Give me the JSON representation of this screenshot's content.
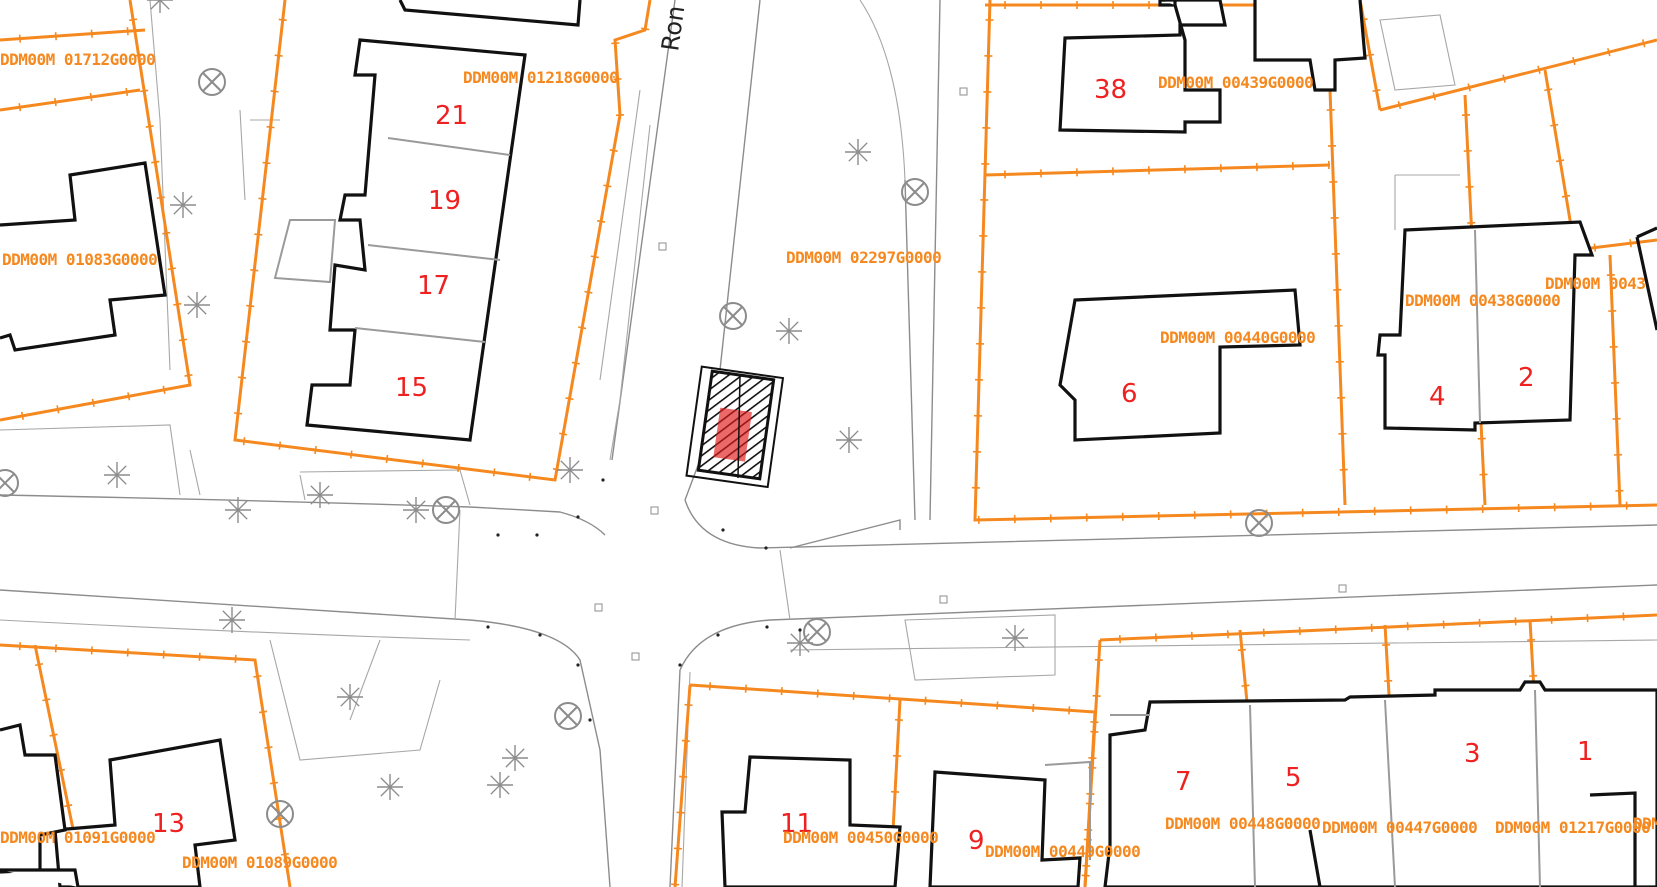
{
  "map": {
    "street_fragment": "Ron",
    "colors": {
      "parcel": "#f5891f",
      "building": "#111111",
      "house_number": "#ef2020",
      "road": "#8c8c8c"
    },
    "parcel_labels": [
      "DDM00M 01712G0000",
      "DDM00M 01218G0000",
      "DDM00M 01083G0000",
      "DDM00M 02297G0000",
      "DDM00M 00439G0000",
      "DDM00M 00440G0000",
      "DDM00M 00438G0000",
      "DDM00M 0043",
      "DDM00M 01091G0000",
      "DDM00M 01089G0000",
      "DDM00M 00450G0000",
      "DDM00M 00449G0000",
      "DDM00M 00448G0000",
      "DDM00M 00447G0000",
      "DDM00M 01217G0000",
      "DDM"
    ],
    "house_numbers": [
      "21",
      "19",
      "17",
      "15",
      "38",
      "6",
      "4",
      "2",
      "13",
      "11",
      "9",
      "7",
      "5",
      "3",
      "1"
    ],
    "icons": [
      "manhole-icon",
      "tree-icon",
      "small-square-icon",
      "project-hatched-area-icon"
    ]
  }
}
